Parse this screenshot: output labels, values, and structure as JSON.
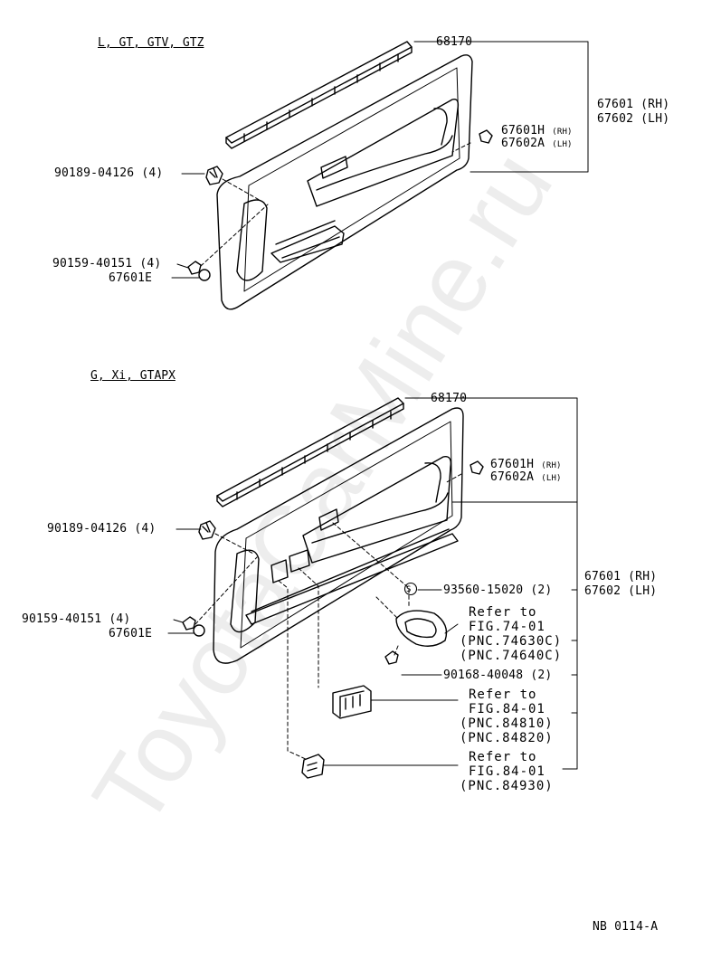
{
  "sections": {
    "top_header": "L, GT, GTV, GTZ",
    "bottom_header": "G, Xi, GTAPX"
  },
  "top": {
    "p68170": "68170",
    "p67601": "67601 (RH)",
    "p67602": "67602 (LH)",
    "p67601h": "67601H",
    "p67601h_side": "(RH)",
    "p67602a": "67602A",
    "p67602a_side": "(LH)",
    "p90189": "90189-04126 (4)",
    "p90159": "90159-40151 (4)",
    "p67601e": "67601E"
  },
  "bottom": {
    "p68170": "68170",
    "p67601h": "67601H",
    "p67601h_side": "(RH)",
    "p67602a": "67602A",
    "p67602a_side": "(LH)",
    "p90189": "90189-04126 (4)",
    "p90159": "90159-40151 (4)",
    "p67601e": "67601E",
    "p93560": "93560-15020 (2)",
    "p67601": "67601 (RH)",
    "p67602": "67602 (LH)",
    "p90168": "90168-40048 (2)",
    "s_marker": "S",
    "ref1": [
      "Refer to",
      "FIG.74-01",
      "(PNC.74630C)",
      "(PNC.74640C)"
    ],
    "ref2": [
      "Refer to",
      "FIG.84-01",
      "(PNC.84810)",
      "(PNC.84820)"
    ],
    "ref3": [
      "Refer to",
      "FIG.84-01",
      "(PNC.84930)"
    ]
  },
  "footer": "NB 0114-A",
  "watermark": "ToyotaCarMine.ru"
}
